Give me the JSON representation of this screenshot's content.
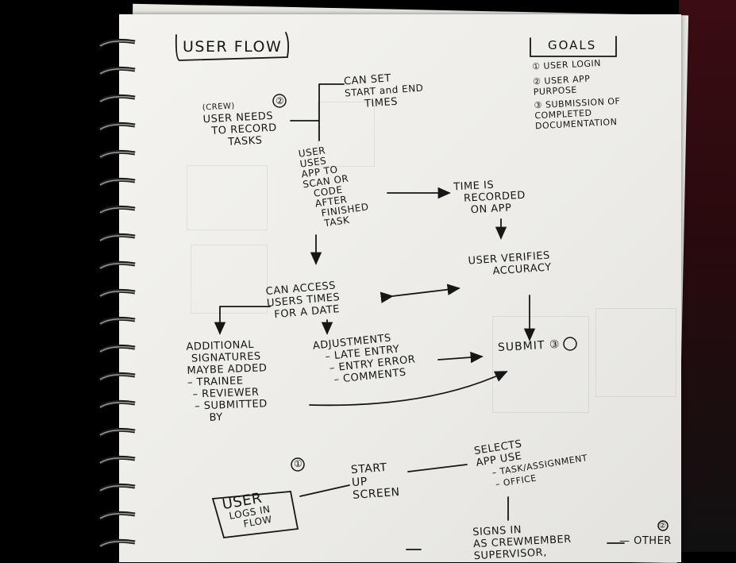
{
  "title": "USER FLOW",
  "goals": {
    "heading": "GOALS",
    "items": [
      "① USER LOGIN",
      "② USER APP PURPOSE",
      "③ SUBMISSION OF COMPLETED DOCUMENTATION"
    ]
  },
  "nodes": {
    "user_needs": [
      "(CREW)",
      "USER NEEDS",
      "TO RECORD",
      "TASKS"
    ],
    "user_needs_num": "②",
    "set_times": [
      "CAN SET",
      "START and END",
      "TIMES"
    ],
    "scan_code": [
      "USER",
      "USES",
      "APP TO",
      "SCAN OR",
      "CODE",
      "AFTER",
      "FINISHED",
      "TASK"
    ],
    "time_recorded": [
      "TIME IS",
      "RECORDED",
      "ON APP"
    ],
    "verifies": [
      "USER VERIFIES",
      "ACCURACY"
    ],
    "access_times": [
      "CAN ACCESS",
      "USERS TIMES",
      "FOR A DATE"
    ],
    "signatures": [
      "ADDITIONAL",
      "SIGNATURES",
      "MAYBE ADDED",
      "– TRAINEE",
      "– REVIEWER",
      "– SUBMITTED",
      "BY"
    ],
    "adjustments": [
      "ADJUSTMENTS",
      "– LATE ENTRY",
      "– ENTRY ERROR",
      "– COMMENTS"
    ],
    "submit": "SUBMIT ③",
    "login_box": [
      "USER",
      "LOGS IN",
      "FLOW"
    ],
    "login_num": "①",
    "start_screen": [
      "START",
      "UP",
      "SCREEN"
    ],
    "selects": [
      "SELECTS",
      "APP USE",
      "– TASK/ASSIGNMENT",
      "– OFFICE"
    ],
    "signs_in": [
      "SIGNS IN",
      "AS CREWMEMBER",
      "SUPERVISOR,"
    ],
    "other": "— OTHER",
    "other_num": "②"
  }
}
